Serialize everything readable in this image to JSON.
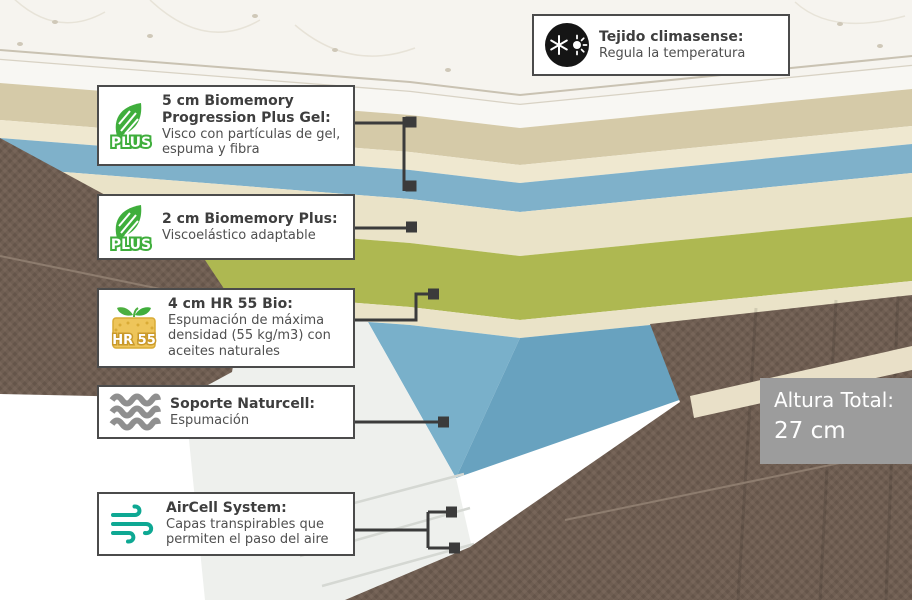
{
  "diagram": {
    "callouts": [
      {
        "id": "climasense",
        "icon": "climasense-icon",
        "title": "Tejido climasense:",
        "description": "Regula la temperatura"
      },
      {
        "id": "biomemory-5cm",
        "icon": "biomemory-plus-icon",
        "title": "5 cm Biomemory Progression Plus Gel:",
        "description": "Visco con partículas de gel, espuma y fibra"
      },
      {
        "id": "biomemory-2cm",
        "icon": "biomemory-plus-icon",
        "title": "2 cm Biomemory Plus:",
        "description": "Viscoelástico adaptable"
      },
      {
        "id": "hr55-bio",
        "icon": "hr55-icon",
        "title": "4 cm HR 55 Bio:",
        "description": "Espumación de máxima densidad (55 kg/m3) con aceites naturales"
      },
      {
        "id": "naturcell",
        "icon": "naturcell-icon",
        "title": "Soporte Naturcell:",
        "description": "Espumación"
      },
      {
        "id": "aircell",
        "icon": "aircell-icon",
        "title": "AirCell System:",
        "description": "Capas transpirables que permiten el paso del aire"
      }
    ],
    "total_height": {
      "label": "Altura Total:",
      "value": "27 cm"
    },
    "icon_labels": {
      "plus": "PLUS",
      "hr55": "HR 55"
    }
  },
  "colors": {
    "quilt": "#f6f4ef",
    "white_band": "#f8f7f3",
    "beige": "#d5caa8",
    "cream1": "#efe8d0",
    "cream2": "#eae3c8",
    "blue_thin": "#7fb1ca",
    "olive": "#aeb851",
    "block_light": "#79b0ca",
    "block_dark": "#68a2bf",
    "base_white": "#eef0ed",
    "brown": "#6f5e52",
    "brown_dark": "#5d4e43",
    "brown_light": "#7d6c5e",
    "seam_light": "#8d7c6e",
    "stripe_cream": "#e9e0c8",
    "connector": "#3b3b3b",
    "box_border": "#4b4b4b",
    "altura_bg": "#9c9c9c",
    "leaf_green": "#3fae3c",
    "hr_gold": "#eec55a",
    "hr_gold_dark": "#d9ab35",
    "hr_text_stroke": "#c9992a",
    "sprout_green": "#4caf3f",
    "wave_gray": "#8f8f8f",
    "wind_teal": "#0ea893",
    "icon_black": "#151515"
  }
}
